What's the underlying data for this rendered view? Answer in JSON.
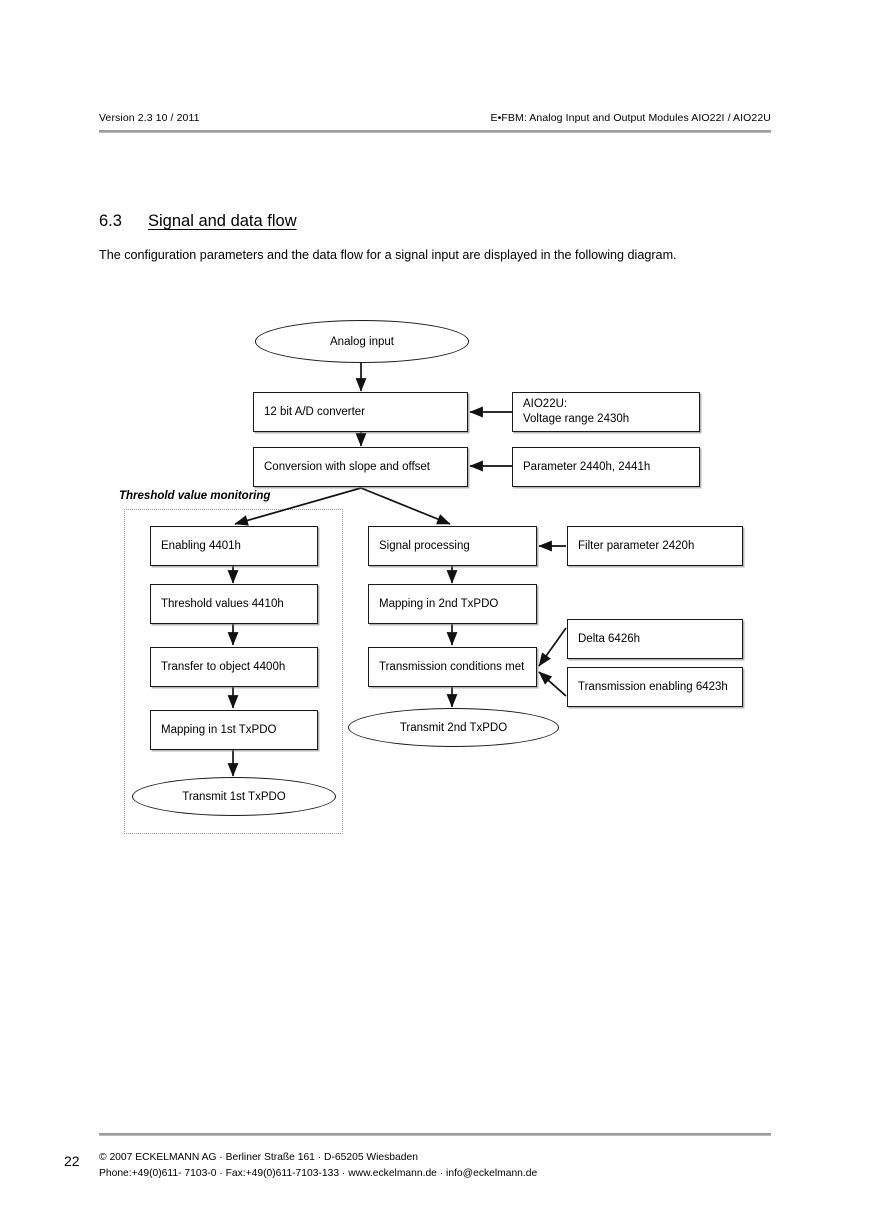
{
  "header": {
    "left": "Version 2.3  10 / 2011",
    "right": "E•FBM: Analog Input and Output Modules AIO22I / AIO22U"
  },
  "section": {
    "number": "6.3",
    "title": "Signal and data flow",
    "intro": "The configuration parameters and the data flow for a signal input are displayed in the following diagram."
  },
  "diagram": {
    "group_label": "Threshold value monitoring",
    "nodes": {
      "analog_input": "Analog input",
      "ad_converter": "12 bit A/D converter",
      "aio22u_line1": "AIO22U:",
      "aio22u_line2": "Voltage range 2430h",
      "conversion": "Conversion with slope and offset",
      "parameter_2440": "Parameter 2440h, 2441h",
      "enabling": "Enabling 4401h",
      "threshold_values": "Threshold values 4410h",
      "transfer_object": "Transfer to object 4400h",
      "mapping_1st": "Mapping in 1st TxPDO",
      "transmit_1st": "Transmit 1st TxPDO",
      "signal_processing": "Signal processing",
      "filter_parameter": "Filter parameter 2420h",
      "mapping_2nd": "Mapping in 2nd TxPDO",
      "transmission_conditions": "Transmission conditions met",
      "delta": "Delta 6426h",
      "transmission_enabling": "Transmission enabling 6423h",
      "transmit_2nd": "Transmit 2nd TxPDO"
    }
  },
  "footer": {
    "page_number": "22",
    "line1": "©  2007 ECKELMANN AG · Berliner Straße 161 · D-65205 Wiesbaden",
    "line2": "Phone:+49(0)611- 7103-0 · Fax:+49(0)611-7103-133 · www.eckelmann.de · info@eckelmann.de"
  },
  "colors": {
    "ink": "#000000",
    "rule": "#9a9a9a",
    "dash": "#9b9b9b"
  }
}
